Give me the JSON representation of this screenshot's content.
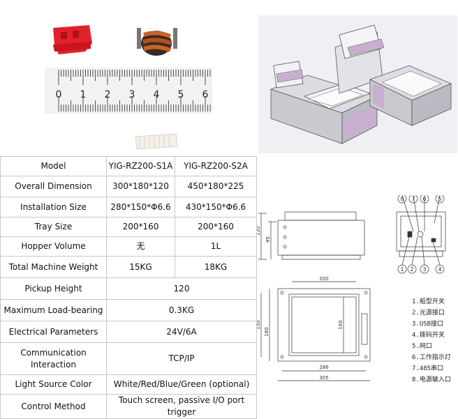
{
  "ruler": {
    "ticks": [
      "0",
      "1",
      "2",
      "3",
      "4",
      "5",
      "6"
    ]
  },
  "table": {
    "header": {
      "label": "Model",
      "models": [
        "YIG-RZ200-S1A",
        "YIG-RZ200-S2A"
      ]
    },
    "split_rows": [
      {
        "label": "Overall Dimension",
        "values": [
          "300*180*120",
          "450*180*225"
        ]
      },
      {
        "label": "Installation Size",
        "values": [
          "280*150*Φ6.6",
          "430*150*Φ6.6"
        ]
      },
      {
        "label": "Tray Size",
        "values": [
          "200*160",
          "200*160"
        ]
      },
      {
        "label": "Hopper Volume",
        "values": [
          "无",
          "1L"
        ]
      },
      {
        "label": "Total Machine Weight",
        "values": [
          "15KG",
          "18KG"
        ]
      }
    ],
    "merged_rows": [
      {
        "label": "Pickup Height",
        "value": "120"
      },
      {
        "label": "Maximum Load-bearing",
        "value": "0.3KG"
      },
      {
        "label": "Electrical Parameters",
        "value": "24V/6A"
      },
      {
        "label": "Communication Interaction",
        "label_lines": [
          "Communication",
          "Interaction"
        ],
        "value": "TCP/IP"
      },
      {
        "label": "Light Source Color",
        "value": "White/Red/Blue/Green (optional)"
      },
      {
        "label": "Control Method",
        "value": "Touch screen, passive I/O port trigger"
      }
    ]
  },
  "drawing": {
    "side_dims": [
      "120",
      "95"
    ],
    "top_dims": [
      "200",
      "180",
      "160",
      "150",
      "286",
      "305"
    ],
    "callouts": [
      "8",
      "7",
      "6",
      "5",
      "1",
      "2",
      "3",
      "4"
    ],
    "legend": [
      "1.船型开关",
      "2.光源接口",
      "3.USB接口",
      "4.拨码开关",
      "5.网口",
      "6.工作指示灯",
      "7.485串口",
      "8.电源输入口"
    ]
  }
}
